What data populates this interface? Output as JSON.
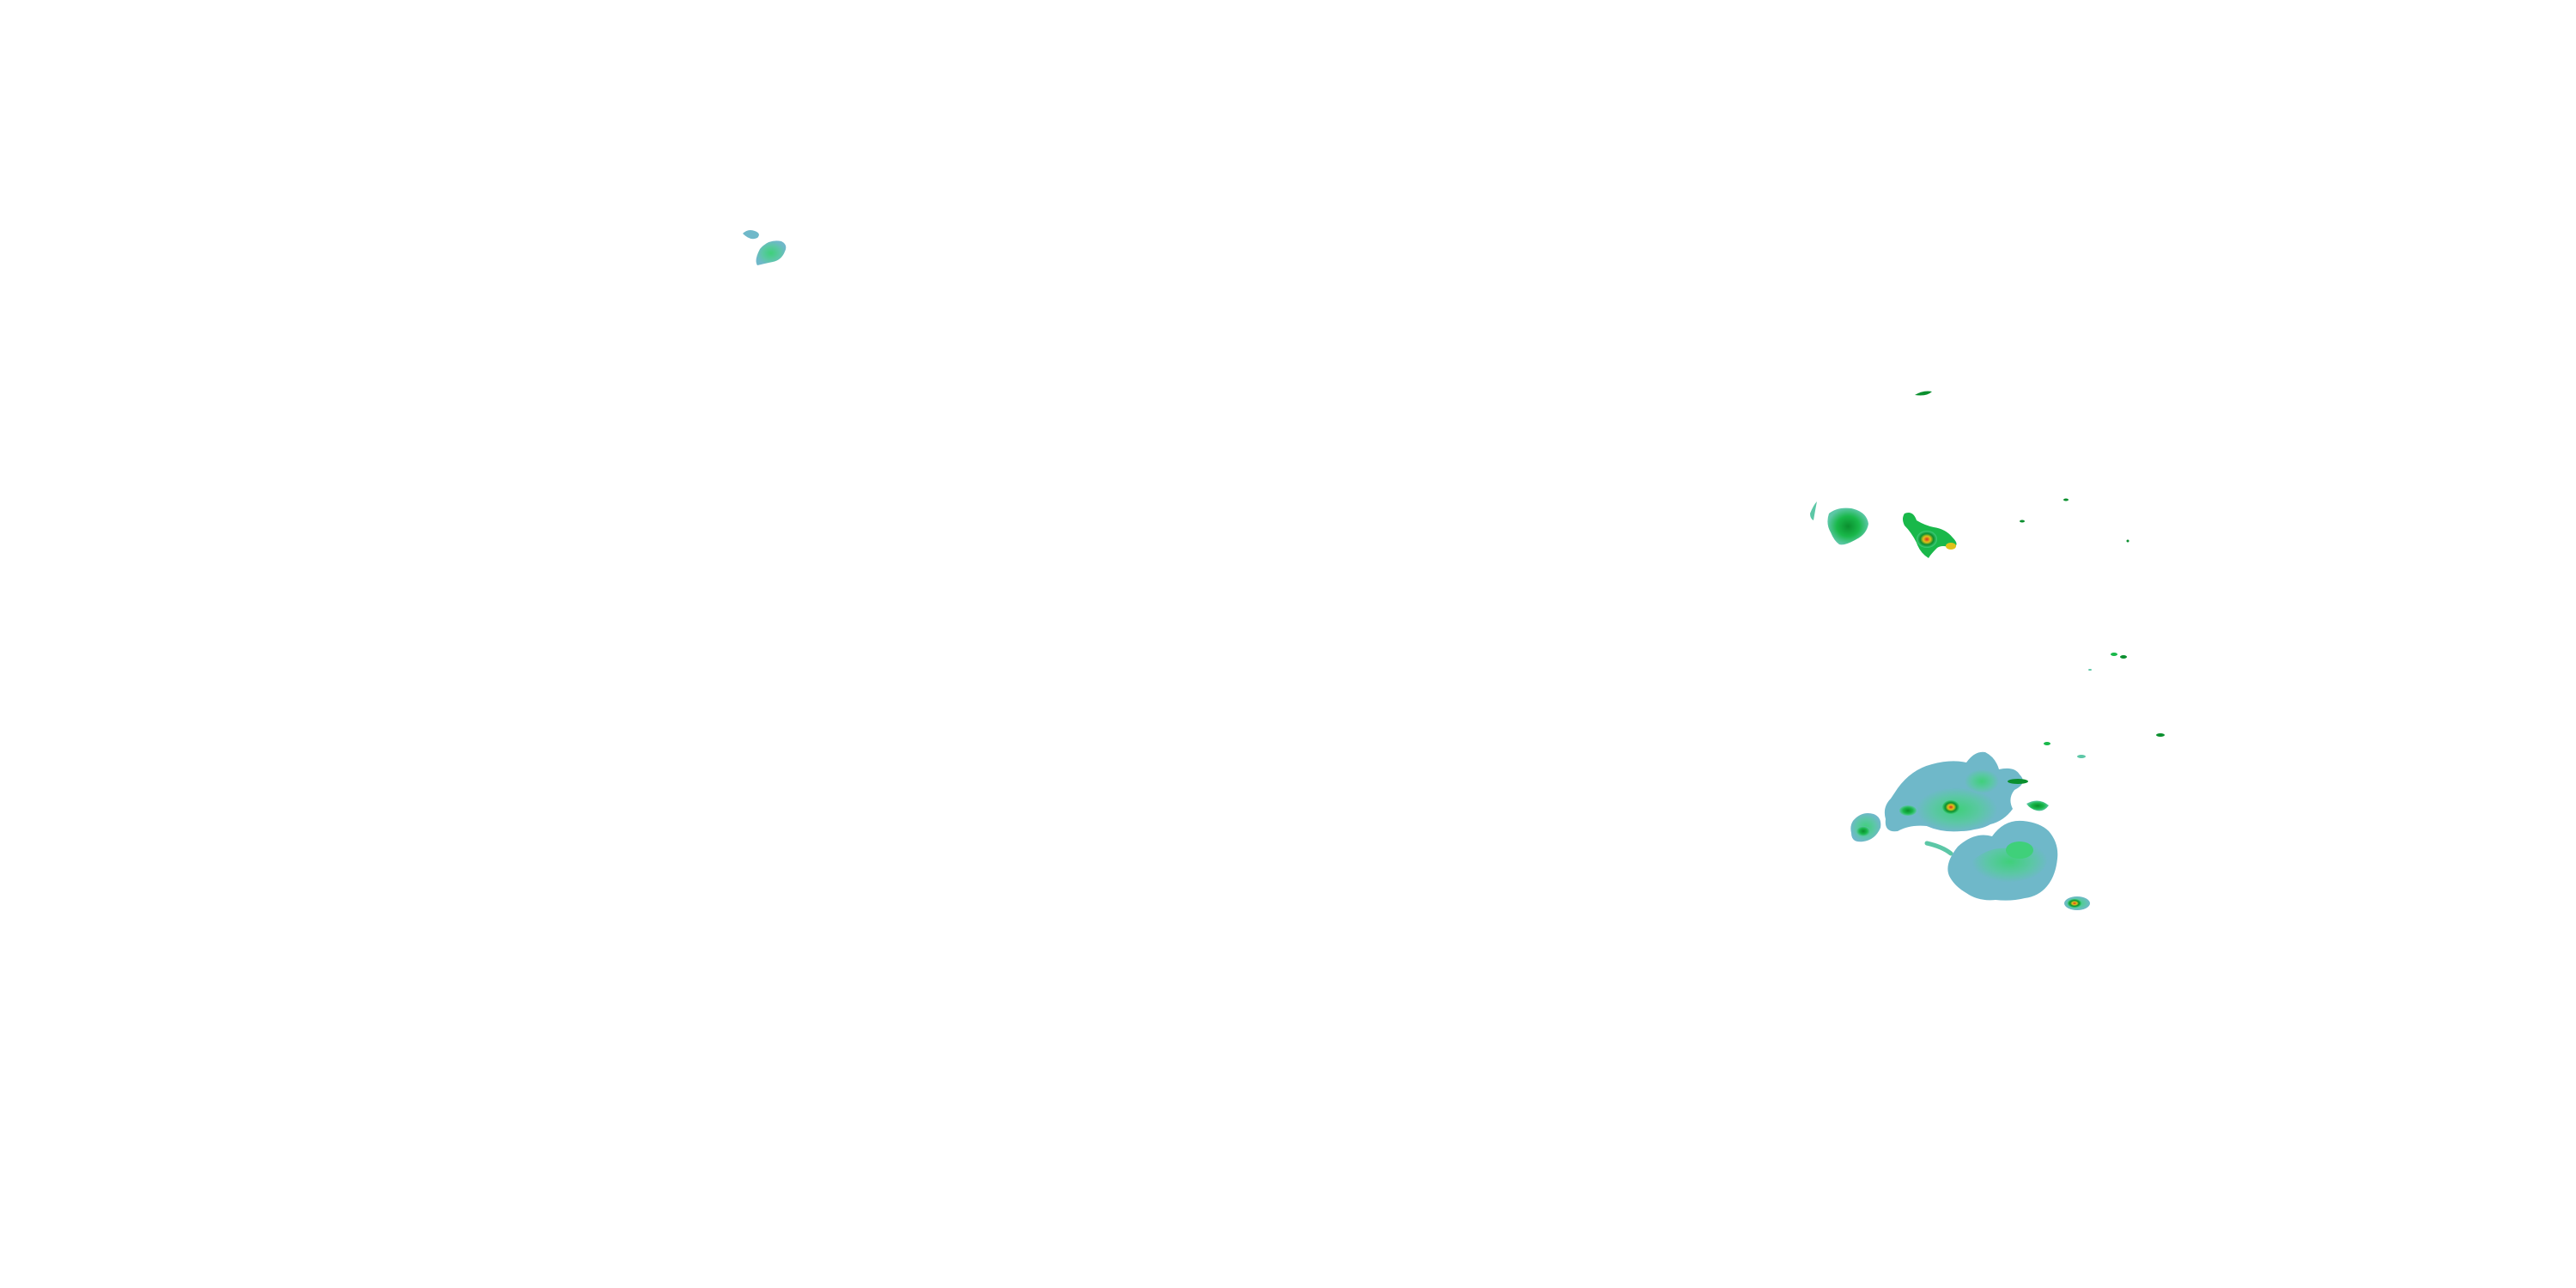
{
  "map": {
    "type": "weather-radar-reflectivity-overlay",
    "background_color": "#ffffff",
    "reflectivity_palette": {
      "light": "#6fb8c9",
      "light_mid": "#5cc7a6",
      "moderate": "#3fd07a",
      "strong": "#19b84a",
      "heavy": "#0a8f2e",
      "intense": "#e0c21a",
      "core": "#d8321e"
    },
    "cells": [
      {
        "id": "cell-northwest-small",
        "intensity": "moderate"
      },
      {
        "id": "cell-north-streak",
        "intensity": "heavy"
      },
      {
        "id": "cell-east-a",
        "intensity": "strong"
      },
      {
        "id": "cell-east-b",
        "intensity": "core"
      },
      {
        "id": "cell-speck-1",
        "intensity": "heavy"
      },
      {
        "id": "cell-speck-2",
        "intensity": "heavy"
      },
      {
        "id": "cell-main-complex-north",
        "intensity": "strong"
      },
      {
        "id": "cell-main-complex-south",
        "intensity": "moderate"
      },
      {
        "id": "cell-west-satellite",
        "intensity": "heavy"
      },
      {
        "id": "cell-south-small",
        "intensity": "core"
      }
    ]
  }
}
